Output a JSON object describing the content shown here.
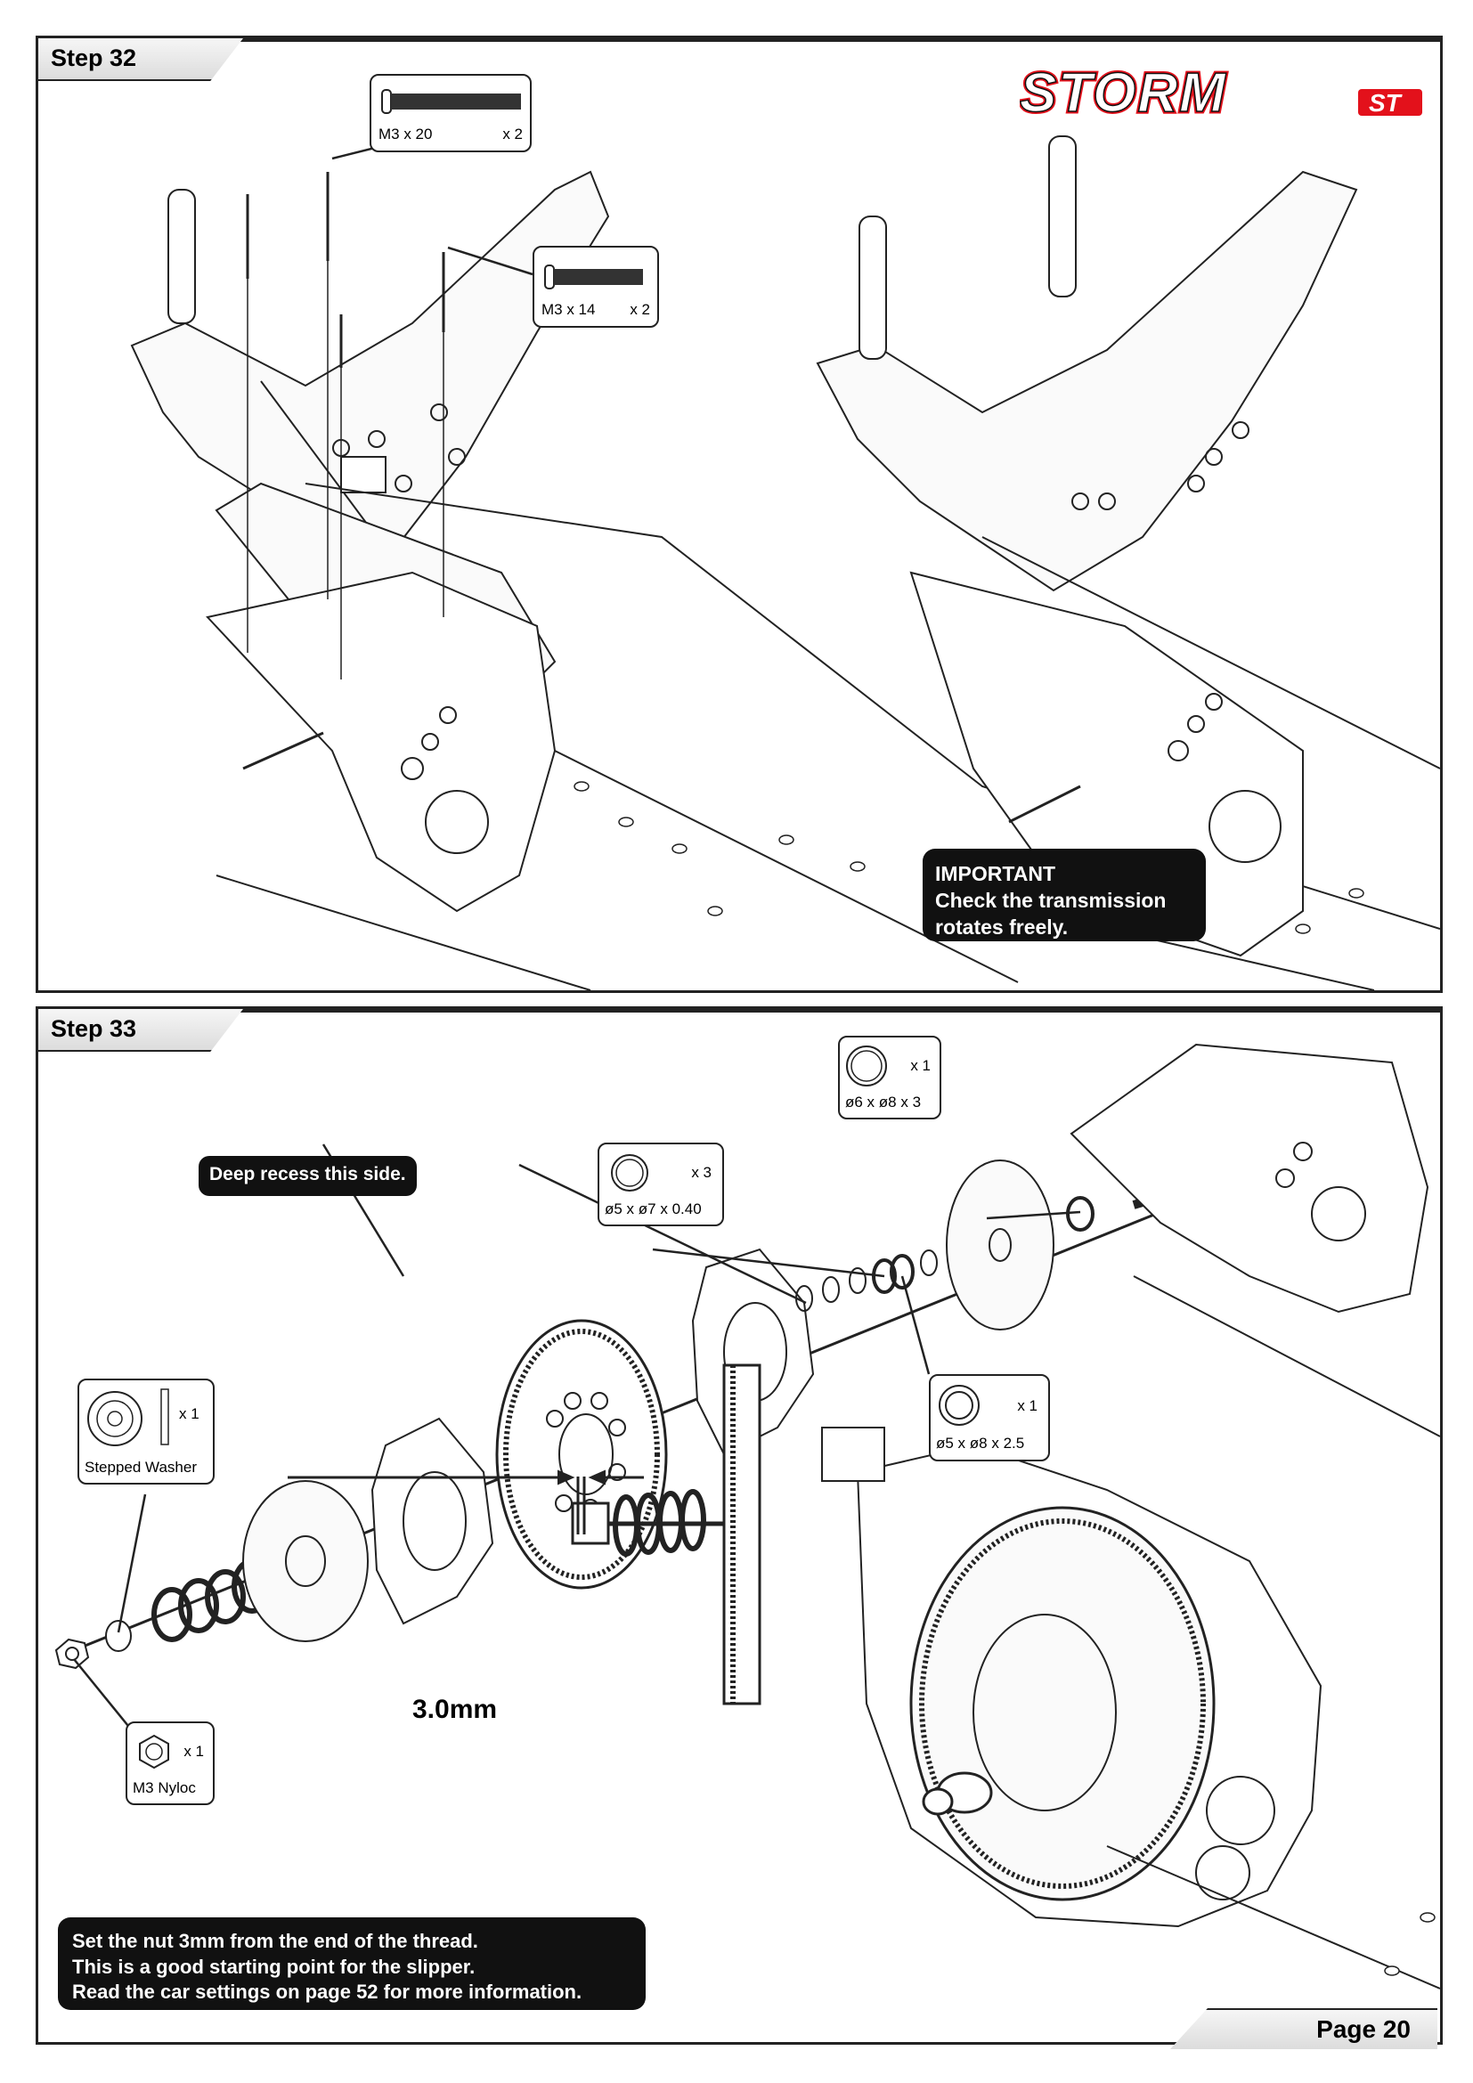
{
  "brand": {
    "logo_main": "STORM",
    "logo_suffix": "ST"
  },
  "step32": {
    "title": "Step 32",
    "screw_a": {
      "size": "M3 x 20",
      "qty": "x 2"
    },
    "screw_b": {
      "size": "M3 x 14",
      "qty": "x 2"
    },
    "note": {
      "line1": "IMPORTANT",
      "line2": "Check the transmission",
      "line3": "rotates freely."
    }
  },
  "step33": {
    "title": "Step 33",
    "callout": "Deep recess this side.",
    "washer_6x8": {
      "qty": "x 1",
      "size": "ø6 x ø8 x 3"
    },
    "washer_5x7": {
      "qty": "x 3",
      "size": "ø5 x ø7 x 0.40"
    },
    "bearing_5x8": {
      "qty": "x 1",
      "size": "ø5 x ø8 x 2.5"
    },
    "stepped_washer": {
      "qty": "x 1",
      "name": "Stepped Washer"
    },
    "nyloc": {
      "qty": "x 1",
      "name": "M3 Nyloc"
    },
    "dimension": "3.0mm",
    "note": {
      "line1": "Set the nut 3mm from the end of the thread.",
      "line2": "This is a good starting point for the slipper.",
      "line3": "Read the car settings on page 52 for more information."
    }
  },
  "footer": {
    "page": "Page 20"
  },
  "colors": {
    "note_bg": "#111111",
    "logo_red": "#e3111b",
    "frame": "#222222"
  }
}
